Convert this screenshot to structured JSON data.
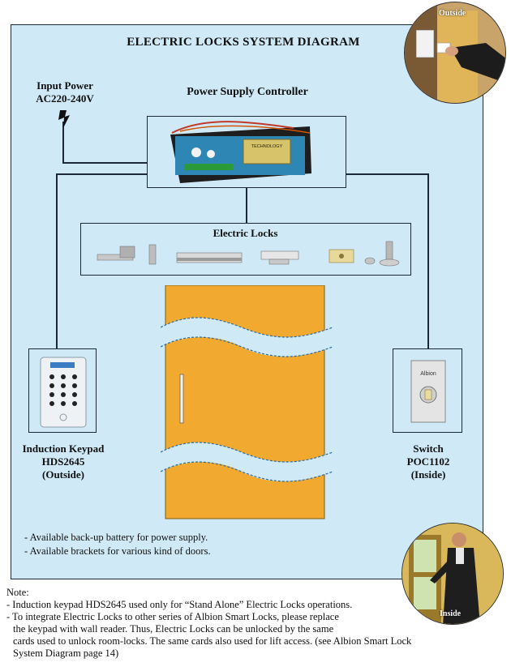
{
  "title": "ELECTRIC LOCKS SYSTEM DIAGRAM",
  "input_power": {
    "line1": "Input Power",
    "line2": "AC220-240V"
  },
  "power_supply": {
    "label": "Power Supply Controller",
    "board_text": "TECHNOLOGY"
  },
  "electric_locks": {
    "label": "Electric Locks"
  },
  "keypad": {
    "line1": "Induction Keypad",
    "line2": "HDS2645",
    "line3": "(Outside)"
  },
  "switch": {
    "line1": "Switch",
    "line2": "POC1102",
    "line3": "(Inside)",
    "plate_text": "Albion"
  },
  "circles": {
    "outside": "Outside",
    "inside": "Inside"
  },
  "bullets": [
    "- Available back-up battery for power supply.",
    "- Available brackets for various kind of doors."
  ],
  "note": {
    "heading": "Note:",
    "lines": [
      "- Induction keypad HDS2645 used only for “Stand Alone” Electric Locks operations.",
      "- To integrate Electric Locks to other series of Albion Smart Locks, please replace",
      "  the keypad with wall reader. Thus, Electric Locks can be unlocked by the same",
      "  cards used to unlock room-locks. The same cards also used for lift access. (see Albion Smart Lock",
      "System Diagram page 14)"
    ]
  },
  "colors": {
    "background": "#cfe9f6",
    "door": "#f1a92f",
    "line": "#1b2a3a"
  }
}
